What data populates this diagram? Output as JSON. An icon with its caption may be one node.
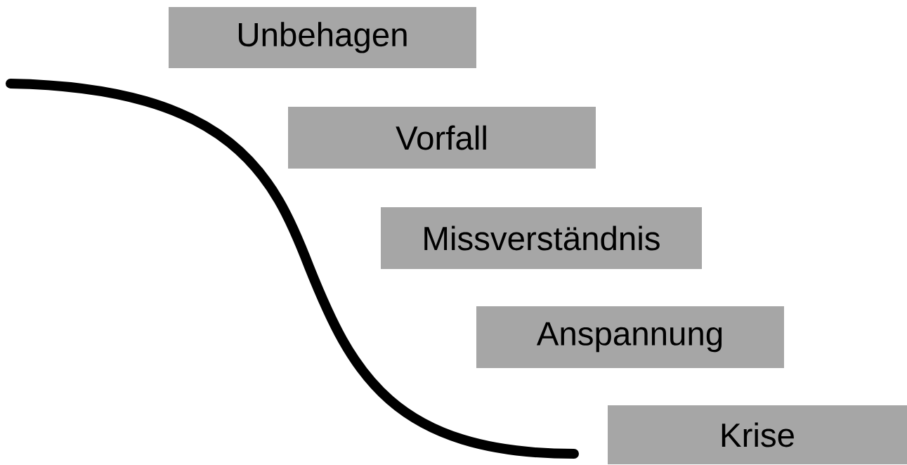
{
  "diagram": {
    "nodes": [
      {
        "text": [
          "Unbehagen"
        ]
      },
      {
        "text": [
          "Vorfall"
        ]
      },
      {
        "text": [
          "Missverständnis"
        ]
      },
      {
        "text": [
          "Anspannung"
        ]
      },
      {
        "text": [
          "Krise"
        ]
      }
    ]
  }
}
